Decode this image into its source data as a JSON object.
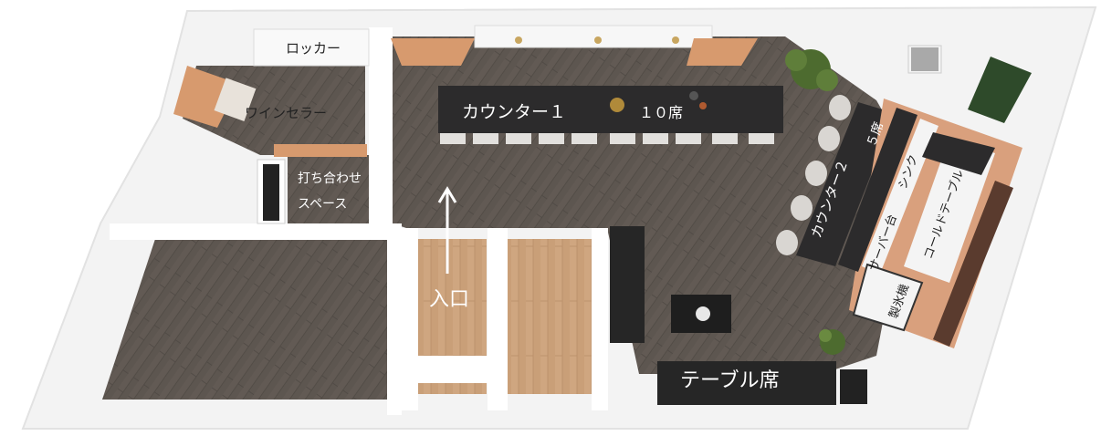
{
  "floorplan": {
    "labels": {
      "locker": "ロッカー",
      "wine_cellar": "ワインセラー",
      "meeting_space_line1": "打ち合わせ",
      "meeting_space_line2": "スペース",
      "counter1": "カウンター１",
      "counter1_seats": "１０席",
      "counter2": "カウンター２",
      "counter2_seats": "５席",
      "sink": "シンク",
      "server_stand": "サーバー台",
      "cold_table": "コールドテーブル",
      "ice_machine": "製氷機",
      "entrance": "入口",
      "table_seats": "テーブル席"
    },
    "colors": {
      "floor_dark": "#5d5550",
      "floor_light": "#c9a27a",
      "counter_black": "#2b2a2b",
      "kitchen_floor": "#d9a07d",
      "curtain": "#d89a70",
      "wall": "#ffffff"
    }
  }
}
